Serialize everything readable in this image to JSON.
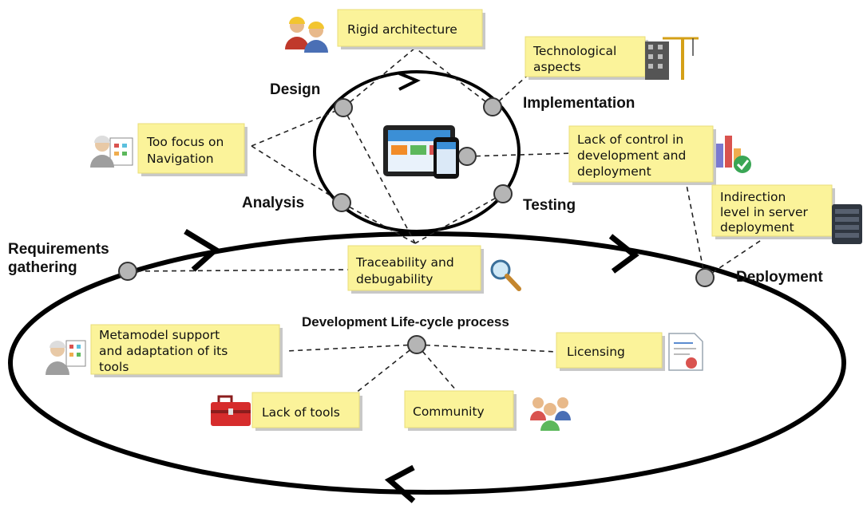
{
  "diagram": {
    "title": "Development Life-cycle process",
    "stages": {
      "design": "Design",
      "implementation": "Implementation",
      "analysis": "Analysis",
      "testing": "Testing",
      "requirements_line1": "Requirements",
      "requirements_line2": "gathering",
      "deployment": "Deployment"
    },
    "notes": {
      "rigid": [
        "Rigid architecture"
      ],
      "technological": [
        "Technological",
        "aspects"
      ],
      "navigation": [
        "Too focus on",
        "Navigation"
      ],
      "control": [
        "Lack of control in",
        "development and",
        "deployment"
      ],
      "indirection": [
        "Indirection",
        "level in server",
        "deployment"
      ],
      "traceability": [
        "Traceability and",
        "debugability"
      ],
      "metamodel": [
        "Metamodel support",
        "and adaptation of its",
        "tools"
      ],
      "licensing": [
        "Licensing"
      ],
      "tools": [
        "Lack of tools"
      ],
      "community": [
        "Community"
      ]
    },
    "icons": [
      "workers-icon",
      "building-crane-icon",
      "worker-screen-icon",
      "tablet-phone-icon",
      "chart-check-icon",
      "server-icon",
      "magnifier-icon",
      "worker-board-icon",
      "certificate-icon",
      "toolbox-icon",
      "people-group-icon"
    ],
    "colors": {
      "note": "#fbf39a",
      "node": "#b5b5b5",
      "cycle": "#000000"
    }
  }
}
